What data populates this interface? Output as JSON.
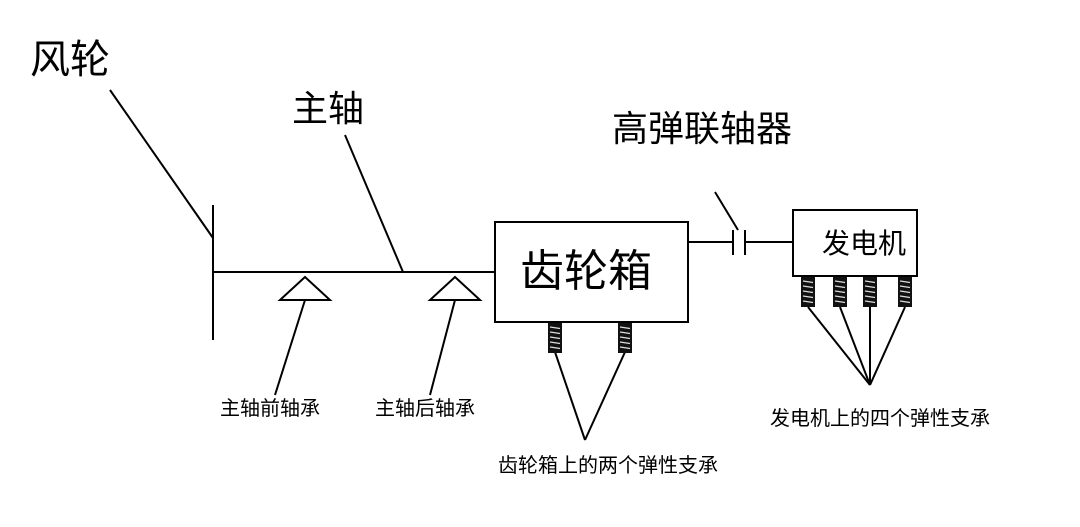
{
  "labels": {
    "wind_wheel": "风轮",
    "main_shaft": "主轴",
    "coupling": "高弹联轴器",
    "gearbox": "齿轮箱",
    "generator": "发电机",
    "front_bearing": "主轴前轴承",
    "rear_bearing": "主轴后轴承",
    "gearbox_supports": "齿轮箱上的两个弹性支承",
    "generator_supports": "发电机上的四个弹性支承"
  }
}
